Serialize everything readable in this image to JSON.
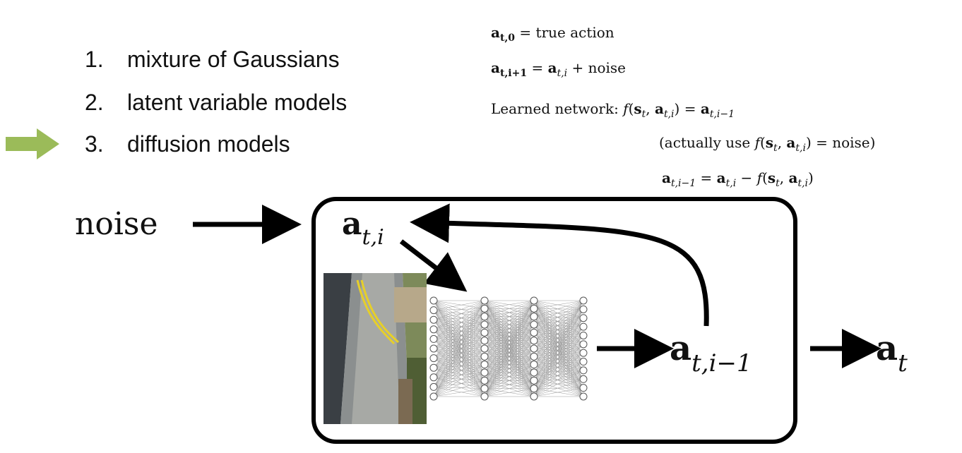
{
  "list": {
    "items": [
      {
        "num": "1.",
        "text": "mixture of Gaussians"
      },
      {
        "num": "2.",
        "text": "latent variable models"
      },
      {
        "num": "3.",
        "text": "diffusion models"
      }
    ],
    "highlight_color": "#9bbb59"
  },
  "equations": {
    "eq1": {
      "lhs": "a",
      "lhs_sub": "t,0",
      "rhs": "= true action"
    },
    "eq2": {
      "lhs": "a",
      "lhs_sub": "t,i+1",
      "rhs_a": "a",
      "rhs_a_sub": "t,i",
      "rhs_rest": "+ noise"
    },
    "eq3": {
      "prefix": "Learned network:",
      "f": "f",
      "arg_s": "s",
      "arg_s_sub": "t",
      "arg_a": "a",
      "arg_a_sub": "t,i",
      "eq": "=",
      "res": "a",
      "res_sub": "t,i−1"
    },
    "eq4": {
      "prefix": "(actually use",
      "f": "f",
      "arg_s": "s",
      "arg_s_sub": "t",
      "arg_a": "a",
      "arg_a_sub": "t,i",
      "suffix": "= noise)"
    },
    "eq5": {
      "lhs": "a",
      "lhs_sub": "t,i−1",
      "rhs_a": "a",
      "rhs_a_sub": "t,i",
      "minus": "−",
      "f": "f",
      "arg_s": "s",
      "arg_s_sub": "t",
      "arg_a": "a",
      "arg_a_sub": "t,i"
    }
  },
  "diagram": {
    "input_label": "noise",
    "state_var": "a",
    "state_sub": "t,i",
    "output_var": "a",
    "output_sub": "t,i−1",
    "final_var": "a",
    "final_sub": "t"
  }
}
